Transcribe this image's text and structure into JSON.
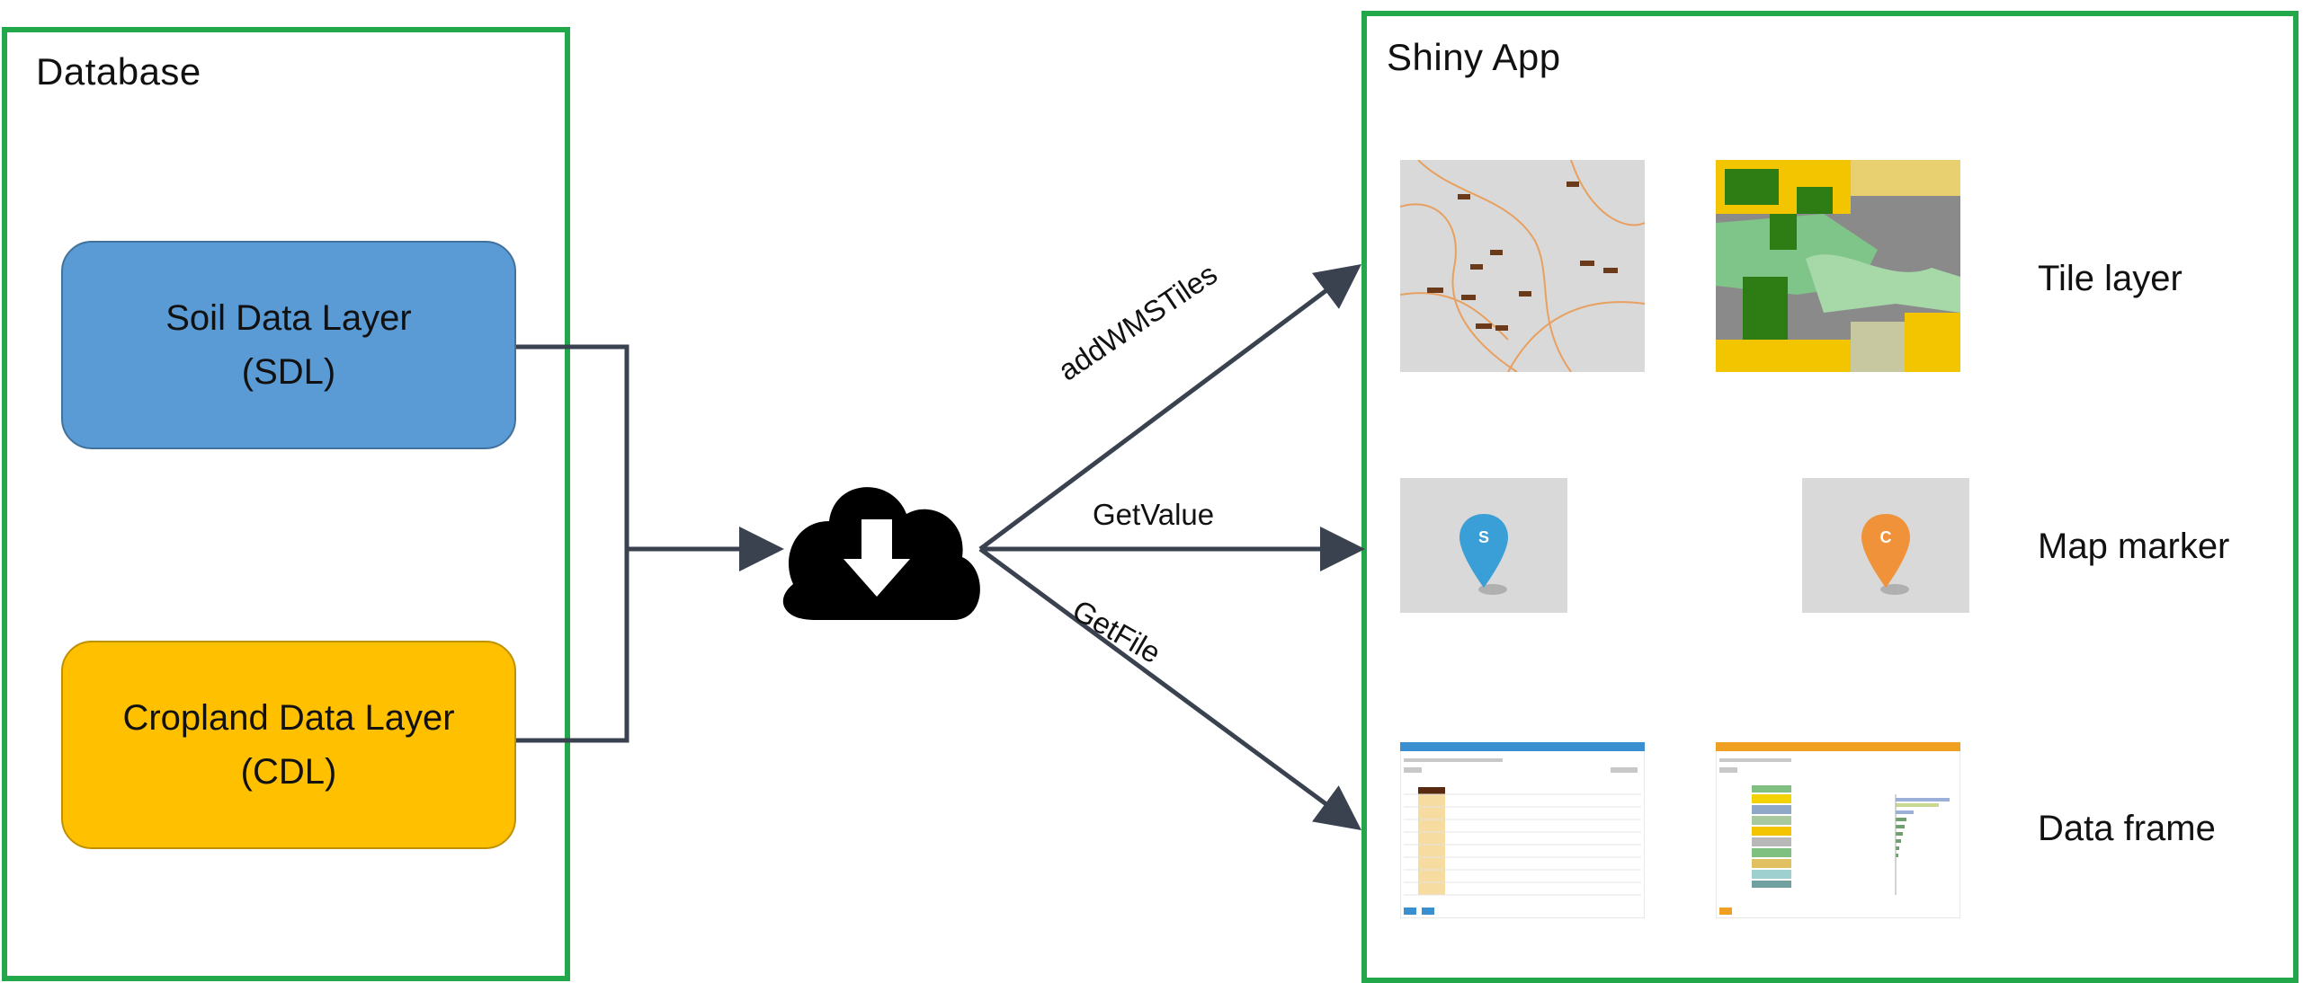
{
  "database": {
    "title": "Database",
    "sdl": {
      "line1": "Soil Data Layer",
      "line2": "(SDL)"
    },
    "cdl": {
      "line1": "Cropland Data Layer",
      "line2": "(CDL)"
    }
  },
  "cloud_icon": "cloud-download-icon",
  "edges": {
    "wms": "addWMSTiles",
    "value": "GetValue",
    "file": "GetFile"
  },
  "shiny": {
    "title": "Shiny App",
    "rows": {
      "tile": "Tile layer",
      "marker": "Map marker",
      "frame": "Data frame"
    },
    "marker_letters": {
      "soil": "S",
      "crop": "C"
    }
  },
  "colors": {
    "panel_border": "#22a84a",
    "sdl_fill": "#5b9bd5",
    "cdl_fill": "#ffc000",
    "arrow": "#3a4250",
    "soil_marker": "#3a9fd6",
    "crop_marker": "#f0923a"
  }
}
